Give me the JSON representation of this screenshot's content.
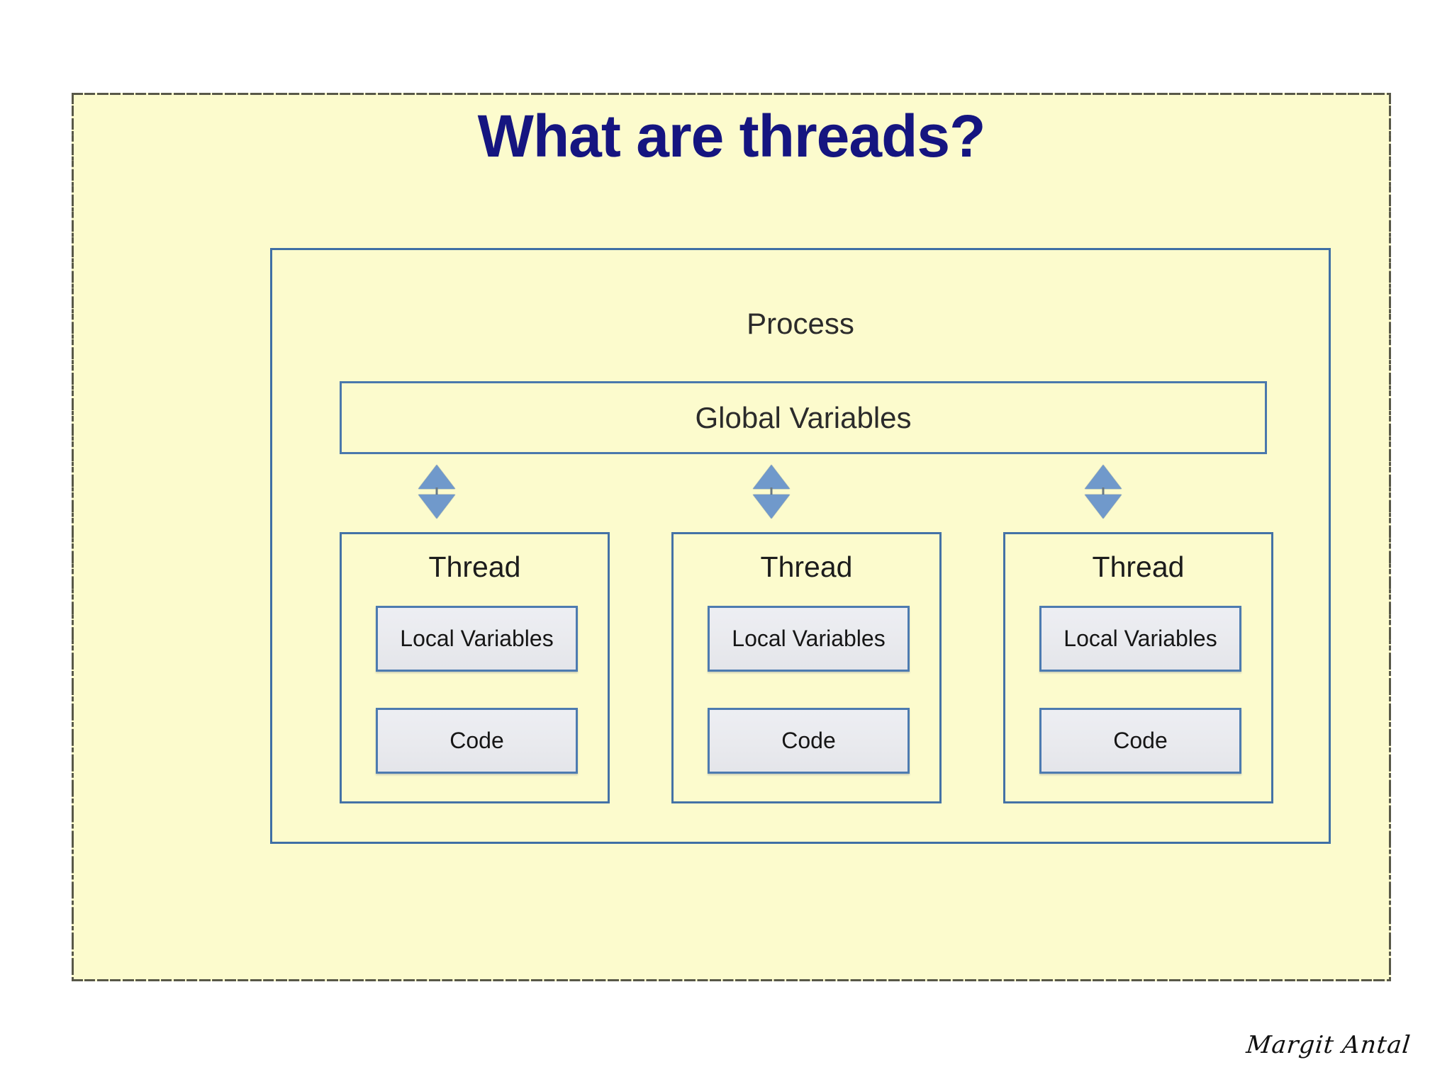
{
  "slide": {
    "title": "What are threads?",
    "background_color": "#fcfbcd",
    "title_color": "#151580",
    "frame_border_color": "#585848"
  },
  "diagram": {
    "process": {
      "label": "Process",
      "border_color": "#3f6fa5"
    },
    "global_variables": {
      "label": "Global Variables",
      "border_color": "#4a78ac"
    },
    "connectors": [
      {
        "name": "double-arrow-1",
        "direction": "bidirectional",
        "color": "#7099cb"
      },
      {
        "name": "double-arrow-2",
        "direction": "bidirectional",
        "color": "#7099cb"
      },
      {
        "name": "double-arrow-3",
        "direction": "bidirectional",
        "color": "#7099cb"
      }
    ],
    "threads": [
      {
        "title": "Thread",
        "local_variables_label": "Local Variables",
        "code_label": "Code"
      },
      {
        "title": "Thread",
        "local_variables_label": "Local Variables",
        "code_label": "Code"
      },
      {
        "title": "Thread",
        "local_variables_label": "Local Variables",
        "code_label": "Code"
      }
    ],
    "inner_box_fill": "#e9eaee",
    "inner_box_border": "#4d7bb0"
  },
  "footer": {
    "author": "Margit Antal"
  }
}
